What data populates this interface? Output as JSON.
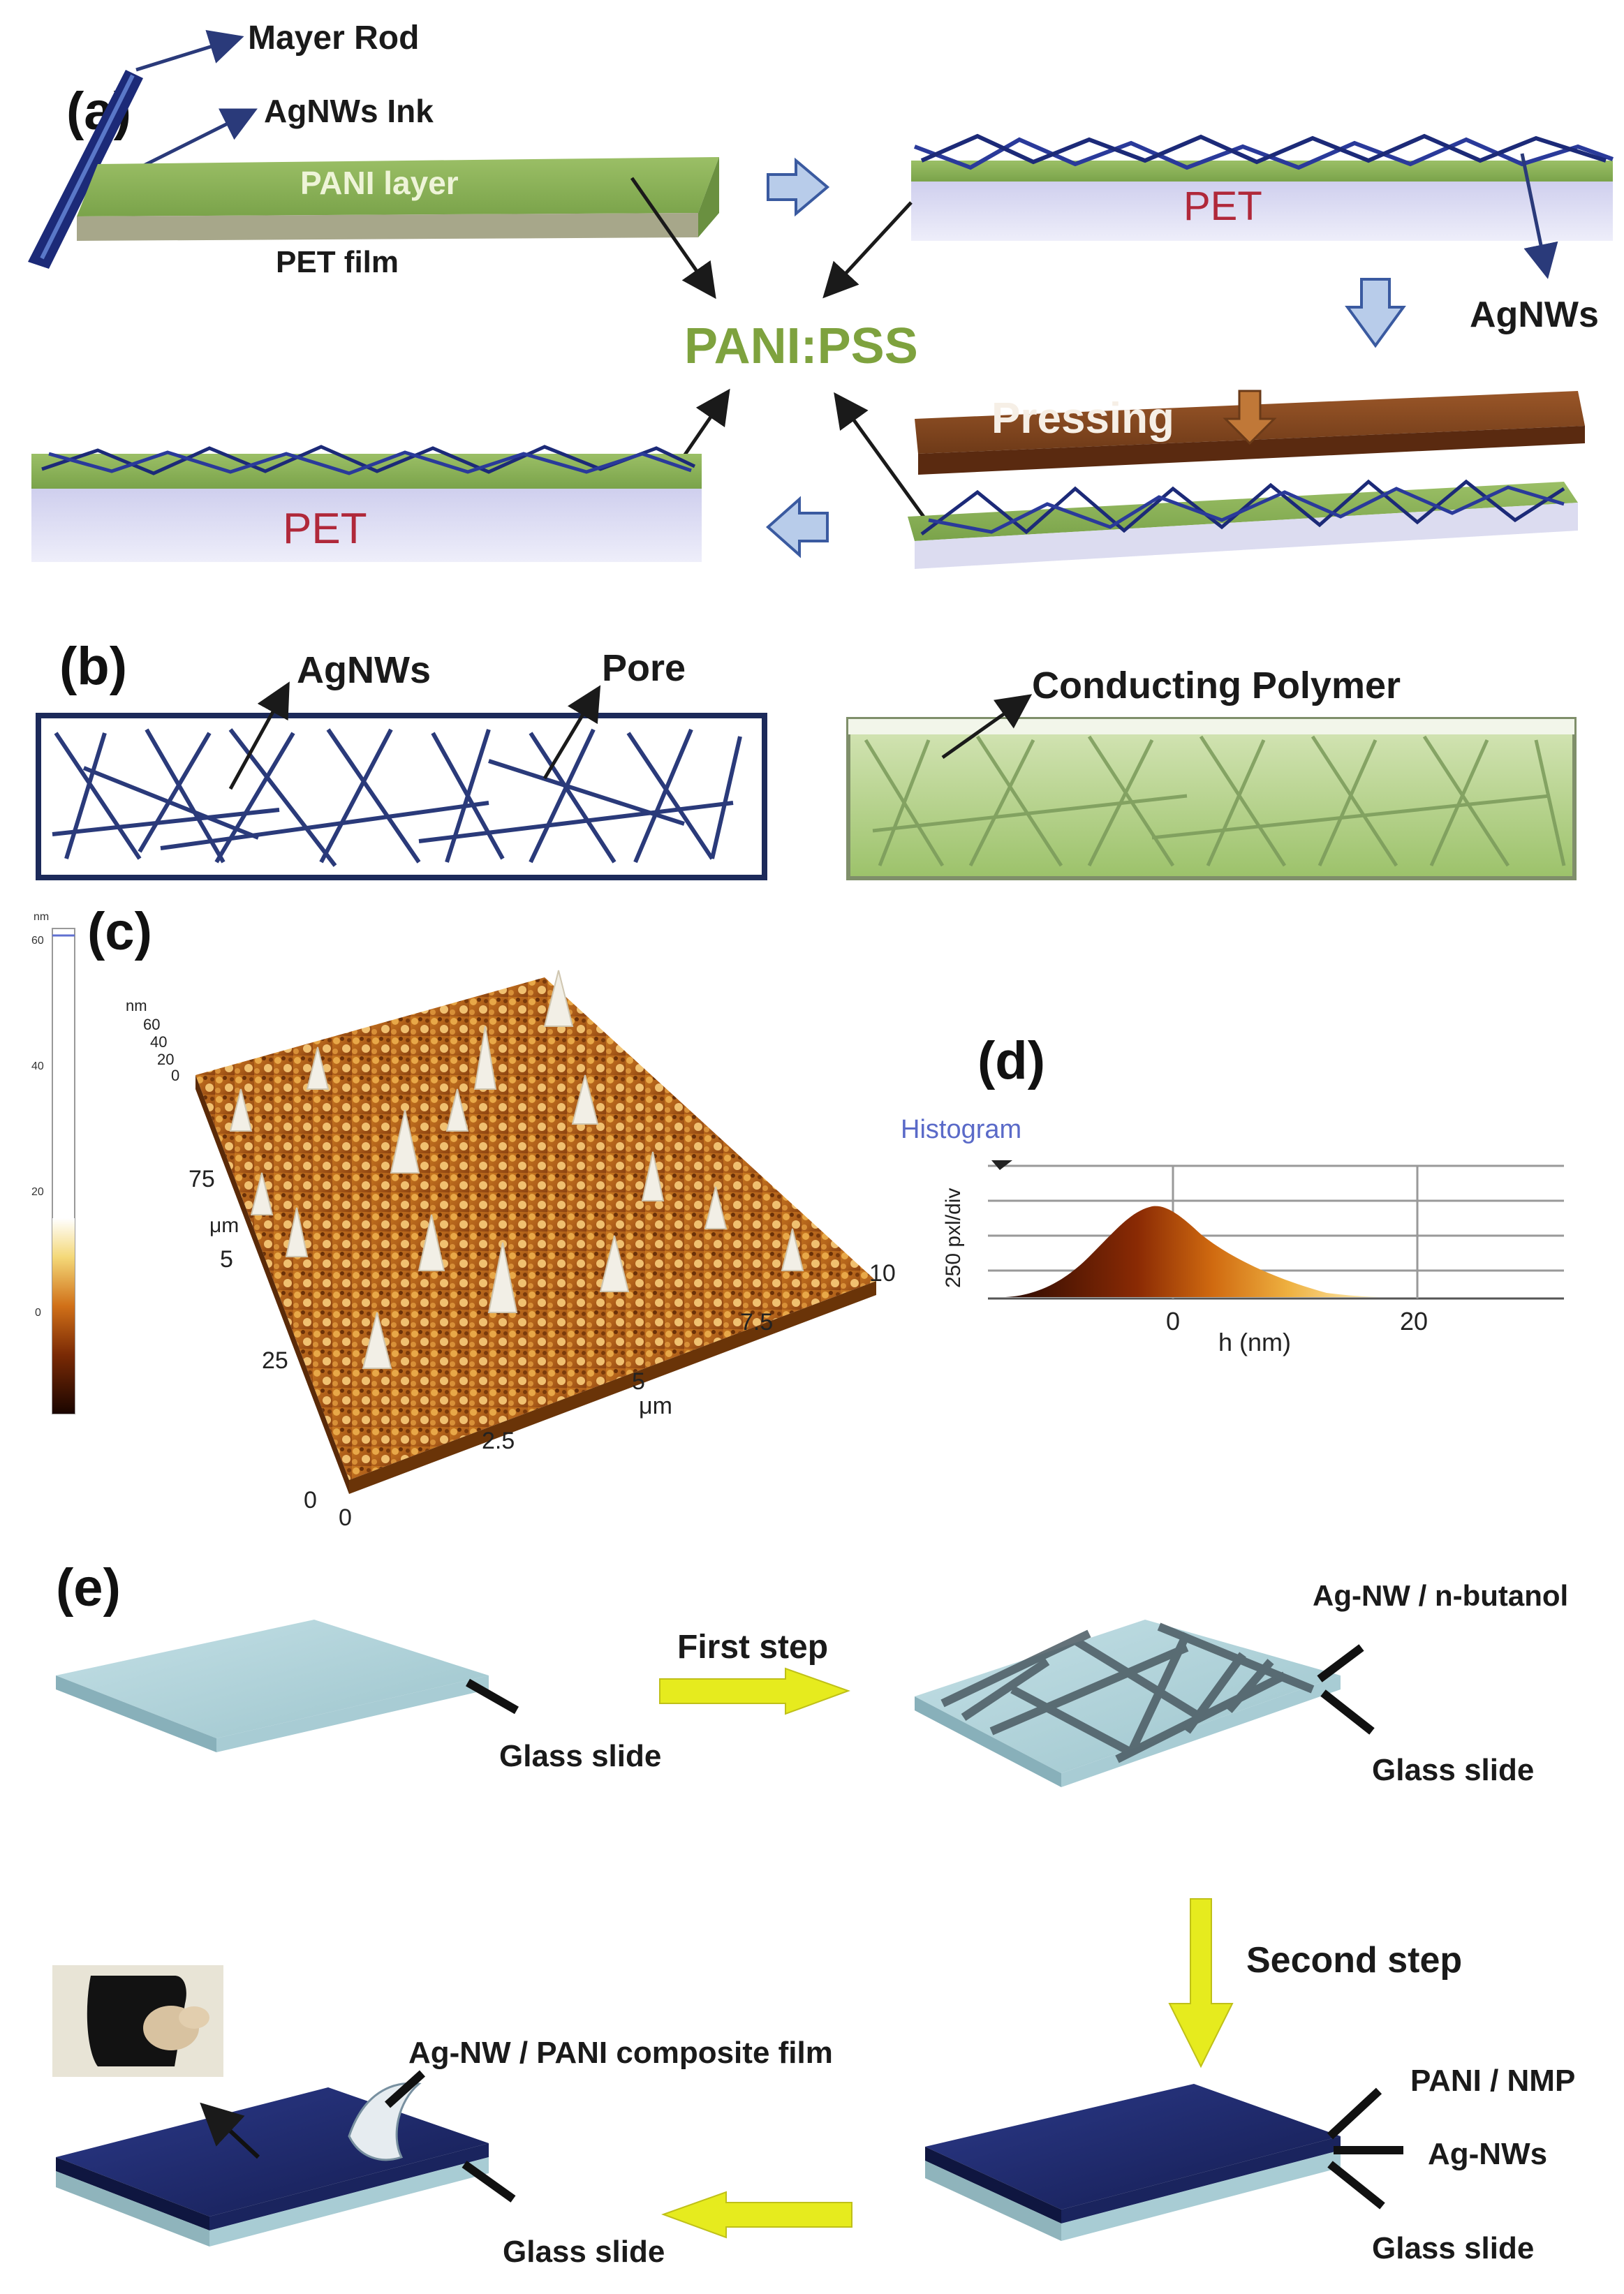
{
  "panels": {
    "a": "(a)",
    "b": "(b)",
    "c": "(c)",
    "d": "(d)",
    "e": "(e)"
  },
  "panel_a": {
    "mayer_rod": "Mayer Rod",
    "agnws_ink": "AgNWs Ink",
    "pani_layer": "PANI layer",
    "pet_film": "PET film",
    "pet_top": "PET",
    "pet_bottom": "PET",
    "agnws": "AgNWs",
    "pani_pss": "PANI:PSS",
    "pressing": "Pressing"
  },
  "panel_b": {
    "agnws": "AgNWs",
    "pore": "Pore",
    "conducting_polymer": "Conducting Polymer"
  },
  "panel_c": {
    "z_unit": "nm",
    "z_ticks": [
      "60",
      "40",
      "20",
      "0"
    ],
    "x_axis_ticks": [
      "0",
      "2.5",
      "5",
      "7.5",
      "10"
    ],
    "x_axis_unit": "μm",
    "y_axis_ticks": [
      "0",
      "25",
      "5",
      "75"
    ],
    "y_axis_unit": "μm",
    "colorbar_unit": "nm",
    "colorbar_ticks": [
      "60",
      "40",
      "20",
      "0"
    ]
  },
  "panel_d": {
    "title": "Histogram",
    "ylabel": "250 pxl/div",
    "xlabel": "h (nm)",
    "x_ticks": [
      "0",
      "20"
    ]
  },
  "panel_e": {
    "first_step": "First step",
    "second_step": "Second step",
    "glass_slide_1": "Glass slide",
    "glass_slide_2": "Glass slide",
    "glass_slide_3": "Glass slide",
    "glass_slide_4": "Glass slide",
    "agnw_butanol": "Ag-NW / n-butanol",
    "pani_nmp": "PANI / NMP",
    "ag_nws": "Ag-NWs",
    "composite_film": "Ag-NW / PANI composite film"
  },
  "colors": {
    "pani_green": "#8cb05a",
    "pet_lavender": "#dcdcf2",
    "pressing_brown": "#8a4a22",
    "glass_blue": "#b5d6dc",
    "navy_film": "#1f2a6e",
    "arrow_yellow": "#e6eb1e",
    "arrow_blue": "#5b7fbf",
    "wire_blue": "#2a3a7a",
    "afm_brown": "#b06016"
  }
}
